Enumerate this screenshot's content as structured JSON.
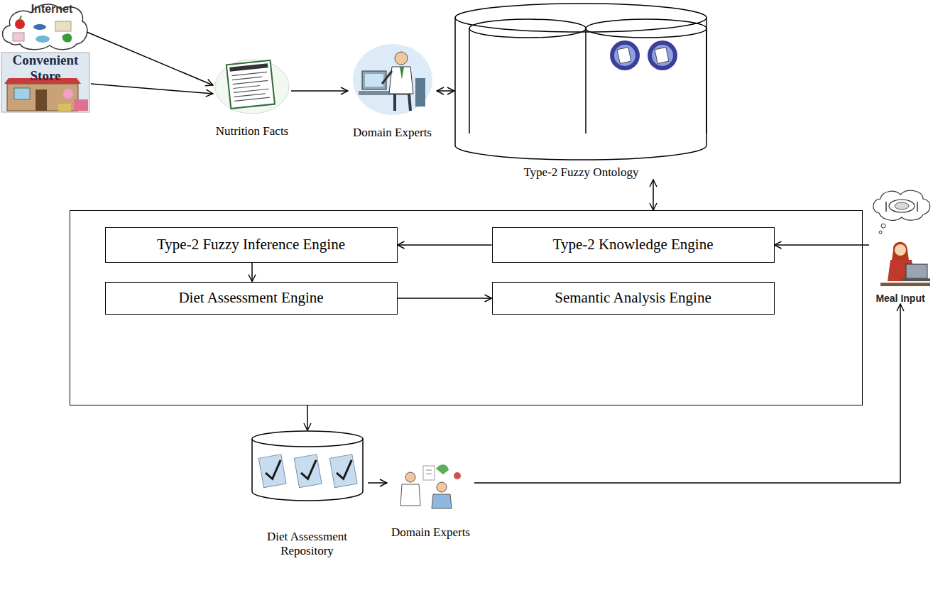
{
  "diagram": {
    "nodes": [
      {
        "text": [
          "Internet"
        ]
      },
      {
        "text": [
          "Convenient Store"
        ]
      },
      {
        "text": [
          "Nutrition Facts"
        ]
      },
      {
        "text": [
          "Domain Experts"
        ]
      },
      {
        "text": [
          "Type-2 Fuzzy Ontology"
        ]
      },
      {
        "text": []
      },
      {
        "text": [
          "Type-2 Fuzzy Inference Engine"
        ],
        "in": 5
      },
      {
        "text": [
          "Type-2 Knowledge Engine"
        ],
        "in": 5
      },
      {
        "text": [
          "Diet Assessment Engine"
        ],
        "in": 5
      },
      {
        "text": [
          "Semantic Analysis Engine"
        ],
        "in": 5
      },
      {
        "text": [
          "Meal Input"
        ]
      },
      {
        "text": [
          "Diet Assessment Repository"
        ]
      },
      {
        "text": [
          "Domain Experts"
        ]
      }
    ],
    "edges": [
      {
        "from": 0,
        "to": 2,
        "arrow": "to"
      },
      {
        "from": 1,
        "to": 2,
        "arrow": "to"
      },
      {
        "from": 2,
        "to": 3,
        "arrow": "to"
      },
      {
        "from": 3,
        "to": 4,
        "arrow": "both"
      },
      {
        "from": 4,
        "to": 5,
        "arrow": "both"
      },
      {
        "from": 10,
        "to": 7,
        "arrow": "to"
      },
      {
        "from": 7,
        "to": 6,
        "arrow": "to"
      },
      {
        "from": 6,
        "to": 8,
        "arrow": "to"
      },
      {
        "from": 8,
        "to": 9,
        "arrow": "to"
      },
      {
        "from": 5,
        "to": 11,
        "arrow": "to"
      },
      {
        "from": 11,
        "to": 12,
        "arrow": "to"
      },
      {
        "from": 12,
        "to": 10,
        "arrow": "to"
      }
    ]
  }
}
